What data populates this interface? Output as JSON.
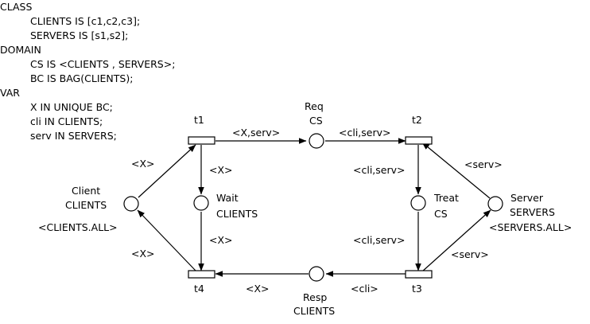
{
  "declarations": [
    "CLASS",
    "CLIENTS IS [c1,c2,c3];",
    "SERVERS IS [s1,s2];",
    "DOMAIN",
    "CS IS <CLIENTS , SERVERS>;",
    "BC IS BAG(CLIENTS);",
    "VAR",
    "X IN UNIQUE BC;",
    "cli IN CLIENTS;",
    "serv IN SERVERS;"
  ],
  "places": {
    "client": {
      "name": "Client",
      "domain": "CLIENTS",
      "marking": "<CLIENTS.ALL>"
    },
    "req": {
      "name": "Req",
      "domain": "CS"
    },
    "wait": {
      "name": "Wait",
      "domain": "CLIENTS"
    },
    "treat": {
      "name": "Treat",
      "domain": "CS"
    },
    "server": {
      "name": "Server",
      "domain": "SERVERS",
      "marking": "<SERVERS.ALL>"
    },
    "resp": {
      "name": "Resp",
      "domain": "CLIENTS"
    }
  },
  "transitions": {
    "t1": "t1",
    "t2": "t2",
    "t3": "t3",
    "t4": "t4"
  },
  "arc_labels": {
    "client_t1": "<X>",
    "t1_req": "<X,serv>",
    "t1_wait": "<X>",
    "req_t2": "<cli,serv>",
    "server_t2": "<serv>",
    "t2_treat": "<cli,serv>",
    "treat_t3": "<cli,serv>",
    "t3_server": "<serv>",
    "t3_resp": "<cli>",
    "resp_t4": "<X>",
    "wait_t4": "<X>",
    "t4_client": "<X>"
  },
  "colors": {
    "stroke": "#000000",
    "background": "#ffffff"
  }
}
